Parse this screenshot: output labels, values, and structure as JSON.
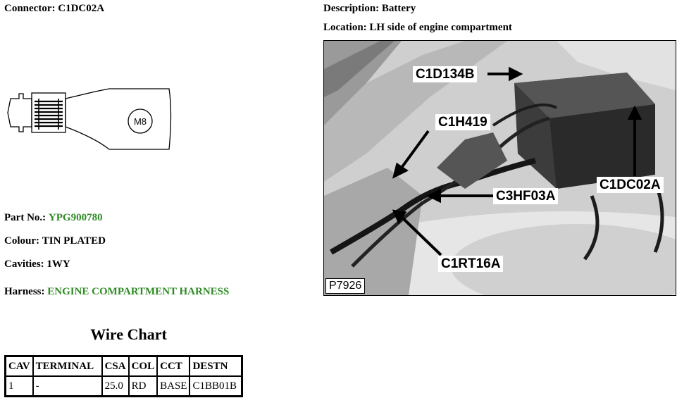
{
  "header": {
    "connector_label": "Connector:",
    "connector_value": "C1DC02A",
    "description_label": "Description:",
    "description_value": "Battery",
    "location_label": "Location:",
    "location_value": "LH side of engine compartment"
  },
  "connector_drawing": {
    "stud_label": "M8"
  },
  "details": {
    "part_no_label": "Part No.:",
    "part_no_value": "YPG900780",
    "colour_label": "Colour:",
    "colour_value": "TIN PLATED",
    "cavities_label": "Cavities:",
    "cavities_value": "1WY",
    "harness_label": "Harness:",
    "harness_value": "ENGINE COMPARTMENT HARNESS"
  },
  "wire_chart": {
    "title": "Wire Chart",
    "headers": [
      "CAV",
      "TERMINAL",
      "CSA",
      "COL",
      "CCT",
      "DESTN"
    ],
    "rows": [
      [
        "1",
        "-",
        "25.0",
        "RD",
        "BASE",
        "C1BB01B"
      ]
    ]
  },
  "photo": {
    "callouts": [
      "C1D134B",
      "C1H419",
      "C3HF03A",
      "C1RT16A",
      "C1DC02A"
    ],
    "photo_id": "P7926"
  },
  "colors": {
    "link_green": "#2e8b23"
  }
}
